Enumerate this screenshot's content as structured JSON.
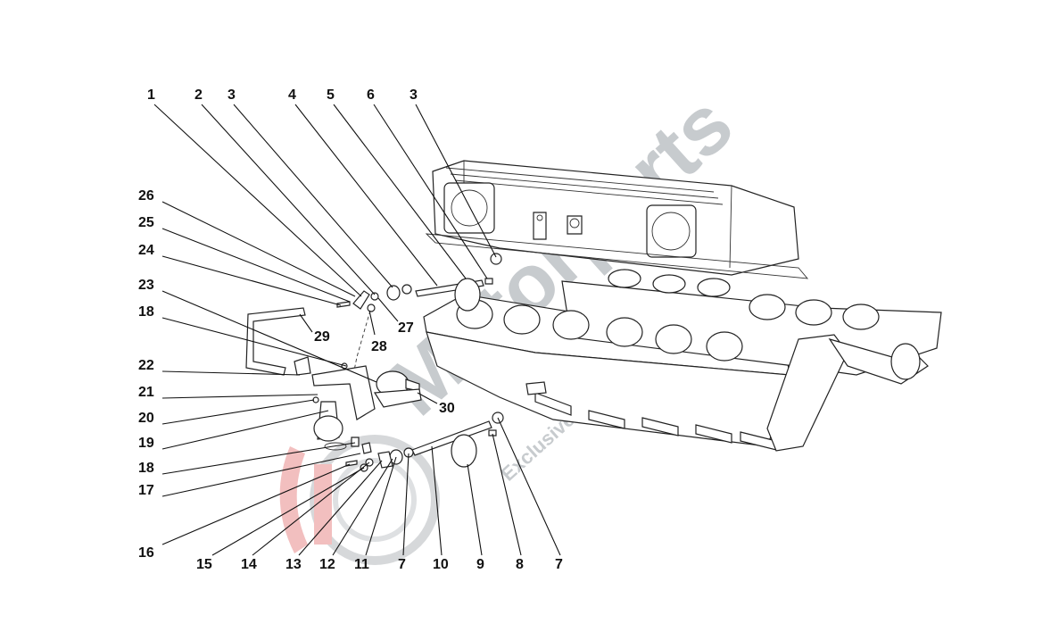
{
  "watermark": {
    "brand": "Motorparts",
    "tagline": "Exclusive car parts specialist",
    "color": "#9aa0a6",
    "badge_color": "#e06a6a"
  },
  "callouts": [
    {
      "text": "1"
    },
    {
      "text": "2"
    },
    {
      "text": "3"
    },
    {
      "text": "4"
    },
    {
      "text": "5"
    },
    {
      "text": "6"
    },
    {
      "text": "3"
    },
    {
      "text": "26"
    },
    {
      "text": "25"
    },
    {
      "text": "24"
    },
    {
      "text": "23"
    },
    {
      "text": "18"
    },
    {
      "text": "22"
    },
    {
      "text": "21"
    },
    {
      "text": "20"
    },
    {
      "text": "19"
    },
    {
      "text": "18"
    },
    {
      "text": "17"
    },
    {
      "text": "16"
    },
    {
      "text": "15"
    },
    {
      "text": "14"
    },
    {
      "text": "13"
    },
    {
      "text": "12"
    },
    {
      "text": "11"
    },
    {
      "text": "7"
    },
    {
      "text": "10"
    },
    {
      "text": "9"
    },
    {
      "text": "8"
    },
    {
      "text": "7"
    },
    {
      "text": "27"
    },
    {
      "text": "28"
    },
    {
      "text": "29"
    },
    {
      "text": "30"
    }
  ]
}
